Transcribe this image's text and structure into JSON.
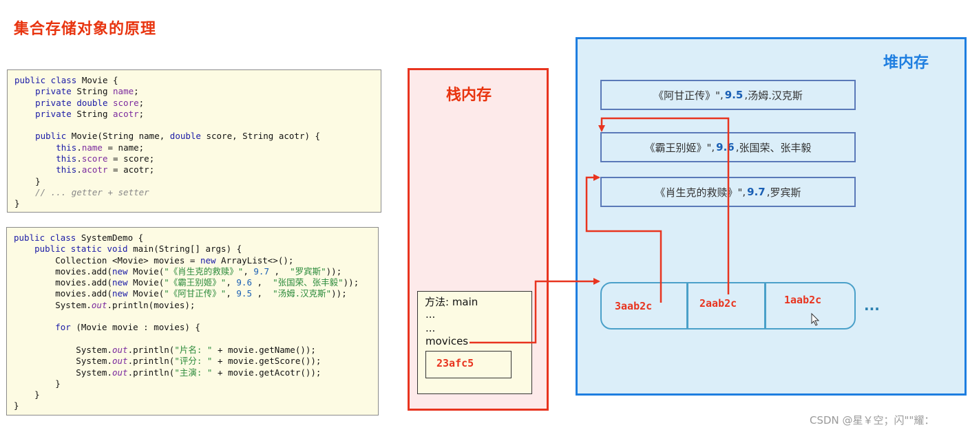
{
  "title": "集合存储对象的原理",
  "code1": {
    "lines": [
      [
        [
          "kw",
          "public class "
        ],
        [
          "t",
          "Movie {"
        ]
      ],
      [
        [
          "t",
          "    "
        ],
        [
          "kw",
          "private "
        ],
        [
          "t",
          "String "
        ],
        [
          "fld",
          "name"
        ],
        [
          "t",
          ";"
        ]
      ],
      [
        [
          "t",
          "    "
        ],
        [
          "kw",
          "private double "
        ],
        [
          "fld",
          "score"
        ],
        [
          "t",
          ";"
        ]
      ],
      [
        [
          "t",
          "    "
        ],
        [
          "kw",
          "private "
        ],
        [
          "t",
          "String "
        ],
        [
          "fld",
          "acotr"
        ],
        [
          "t",
          ";"
        ]
      ],
      [
        [
          "t",
          ""
        ]
      ],
      [
        [
          "t",
          "    "
        ],
        [
          "kw",
          "public "
        ],
        [
          "t",
          "Movie(String name, "
        ],
        [
          "kw",
          "double "
        ],
        [
          "t",
          "score, String acotr) {"
        ]
      ],
      [
        [
          "t",
          "        "
        ],
        [
          "kw",
          "this"
        ],
        [
          "t",
          "."
        ],
        [
          "fld",
          "name"
        ],
        [
          "t",
          " = name;"
        ]
      ],
      [
        [
          "t",
          "        "
        ],
        [
          "kw",
          "this"
        ],
        [
          "t",
          "."
        ],
        [
          "fld",
          "score"
        ],
        [
          "t",
          " = score;"
        ]
      ],
      [
        [
          "t",
          "        "
        ],
        [
          "kw",
          "this"
        ],
        [
          "t",
          "."
        ],
        [
          "fld",
          "acotr"
        ],
        [
          "t",
          " = acotr;"
        ]
      ],
      [
        [
          "t",
          "    }"
        ]
      ],
      [
        [
          "t",
          "    "
        ],
        [
          "cmt",
          "// ... getter + setter"
        ]
      ],
      [
        [
          "t",
          "}"
        ]
      ]
    ]
  },
  "code2": {
    "lines": [
      [
        [
          "kw",
          "public class "
        ],
        [
          "t",
          "SystemDemo {"
        ]
      ],
      [
        [
          "t",
          "    "
        ],
        [
          "kw",
          "public static void "
        ],
        [
          "t",
          "main(String[] args) {"
        ]
      ],
      [
        [
          "t",
          "        Collection <Movie> movies = "
        ],
        [
          "kw",
          "new "
        ],
        [
          "t",
          "ArrayList<>();"
        ]
      ],
      [
        [
          "t",
          "        movies.add("
        ],
        [
          "kw",
          "new "
        ],
        [
          "t",
          "Movie("
        ],
        [
          "str",
          "\"《肖生克的救赎》\""
        ],
        [
          "t",
          ", "
        ],
        [
          "num",
          "9.7"
        ],
        [
          "t",
          " ,  "
        ],
        [
          "str",
          "\"罗宾斯\""
        ],
        [
          "t",
          "));"
        ]
      ],
      [
        [
          "t",
          "        movies.add("
        ],
        [
          "kw",
          "new "
        ],
        [
          "t",
          "Movie("
        ],
        [
          "str",
          "\"《霸王别姬》\""
        ],
        [
          "t",
          ", "
        ],
        [
          "num",
          "9.6"
        ],
        [
          "t",
          " ,  "
        ],
        [
          "str",
          "\"张国荣、张丰毅\""
        ],
        [
          "t",
          "));"
        ]
      ],
      [
        [
          "t",
          "        movies.add("
        ],
        [
          "kw",
          "new "
        ],
        [
          "t",
          "Movie("
        ],
        [
          "str",
          "\"《阿甘正传》\""
        ],
        [
          "t",
          ", "
        ],
        [
          "num",
          "9.5"
        ],
        [
          "t",
          " ,  "
        ],
        [
          "str",
          "\"汤姆.汉克斯\""
        ],
        [
          "t",
          "));"
        ]
      ],
      [
        [
          "t",
          "        System."
        ],
        [
          "it",
          "out"
        ],
        [
          "t",
          ".println(movies);"
        ]
      ],
      [
        [
          "t",
          ""
        ]
      ],
      [
        [
          "t",
          "        "
        ],
        [
          "kw",
          "for "
        ],
        [
          "t",
          "(Movie movie : movies) {"
        ]
      ],
      [
        [
          "t",
          ""
        ]
      ],
      [
        [
          "t",
          "            System."
        ],
        [
          "it",
          "out"
        ],
        [
          "t",
          ".println("
        ],
        [
          "str",
          "\"片名: \""
        ],
        [
          "t",
          " + movie.getName());"
        ]
      ],
      [
        [
          "t",
          "            System."
        ],
        [
          "it",
          "out"
        ],
        [
          "t",
          ".println("
        ],
        [
          "str",
          "\"评分: \""
        ],
        [
          "t",
          " + movie.getScore());"
        ]
      ],
      [
        [
          "t",
          "            System."
        ],
        [
          "it",
          "out"
        ],
        [
          "t",
          ".println("
        ],
        [
          "str",
          "\"主演: \""
        ],
        [
          "t",
          " + movie.getAcotr());"
        ]
      ],
      [
        [
          "t",
          "        }"
        ]
      ],
      [
        [
          "t",
          "    }"
        ]
      ],
      [
        [
          "t",
          "}"
        ]
      ]
    ]
  },
  "stack": {
    "title": "栈内存",
    "frame_method": "方法: main",
    "frame_dots1": "...",
    "frame_dots2": "...",
    "frame_var": "movices",
    "frame_addr": "23afc5"
  },
  "heap": {
    "title": "堆内存",
    "objects": [
      {
        "title": "《阿甘正传》\"",
        "score": "9.5",
        "actor": "汤姆.汉克斯"
      },
      {
        "title": "《霸王别姬》\"",
        "score": "9.6",
        "actor": "张国荣、张丰毅"
      },
      {
        "title": "《肖生克的救赎》\"",
        "score": "9.7",
        "actor": "罗宾斯"
      }
    ],
    "list_addrs": [
      "3aab2c",
      "2aab2c",
      "1aab2c"
    ],
    "more": "..."
  },
  "colors": {
    "red": "#e8341f",
    "blue": "#1e7ee0"
  },
  "watermark": "CSDN @星￥空；闪\"\"耀："
}
